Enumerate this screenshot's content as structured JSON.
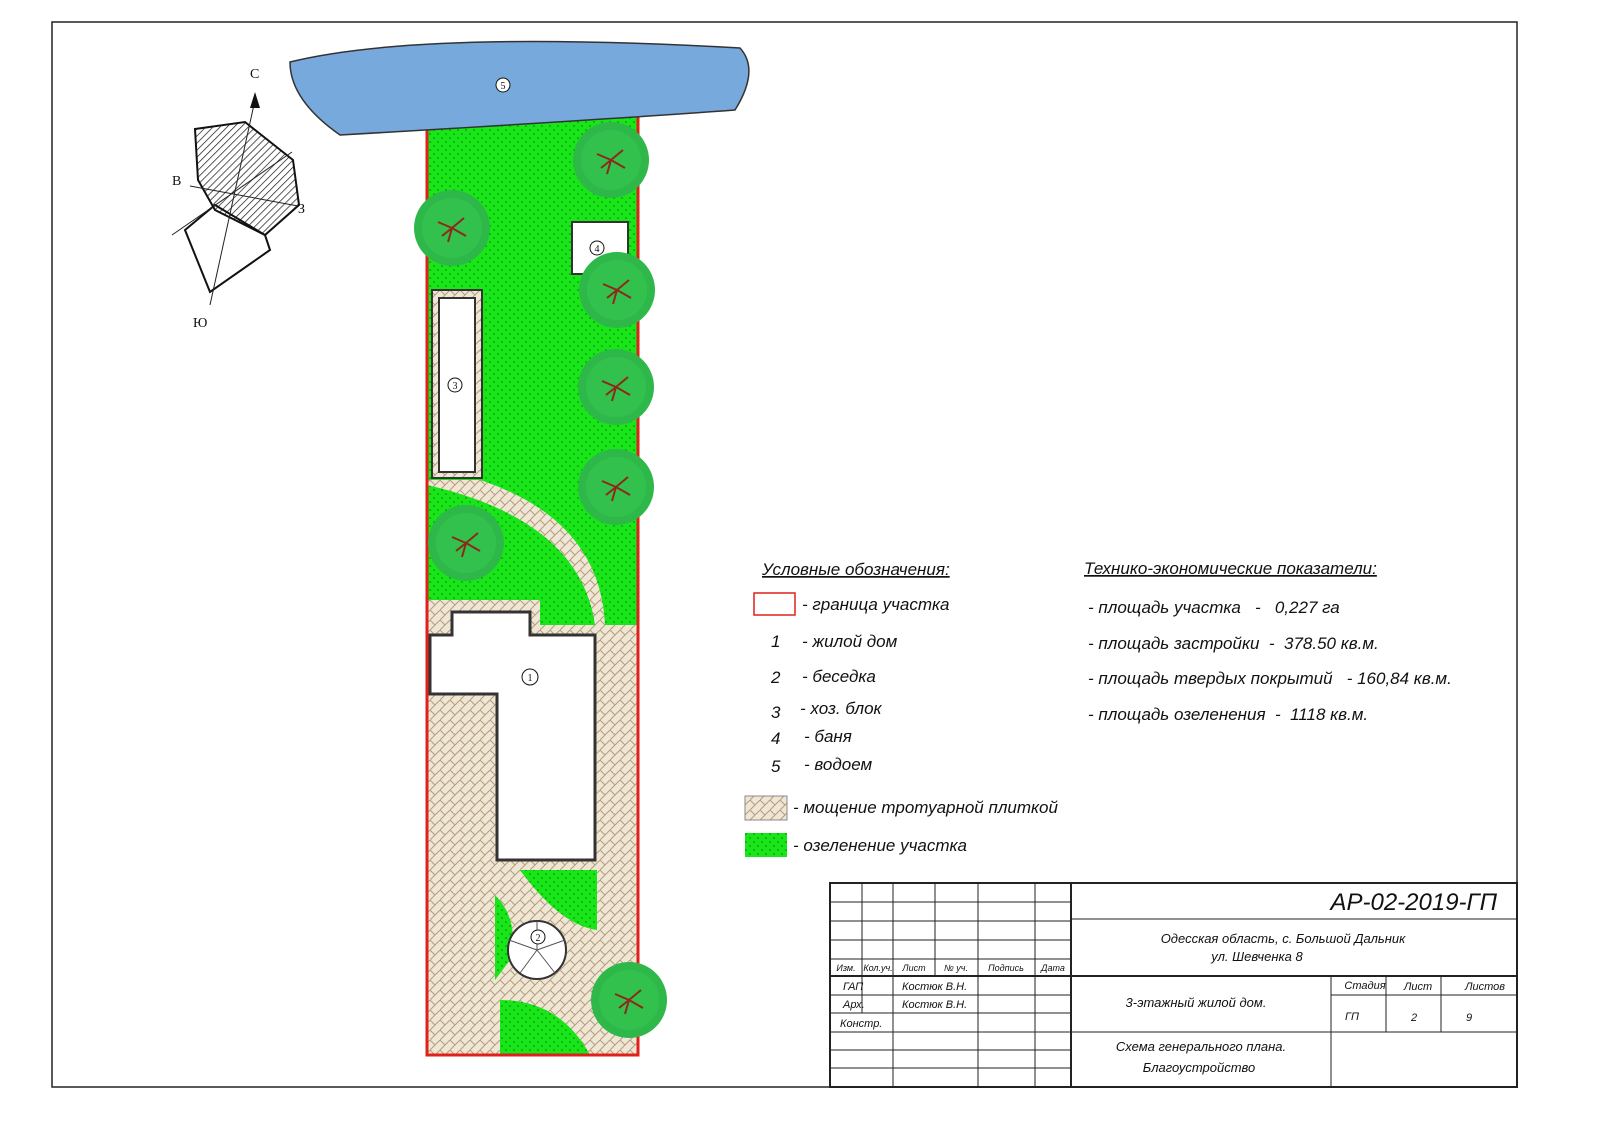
{
  "compass": {
    "north": "С",
    "east": "В",
    "west": "З",
    "south": "Ю"
  },
  "plan_labels": {
    "house": "1",
    "gazebo": "2",
    "utility": "3",
    "sauna": "4",
    "pond": "5"
  },
  "colors": {
    "boundary": "#e0201a",
    "lawn": "#19e619",
    "pond": "#78a9dc",
    "paving": "#e6d8c2",
    "tree": "#2fb84a"
  },
  "legend": {
    "title": "Условные обозначения:",
    "boundary": "- граница участка",
    "items": [
      {
        "num": "1",
        "label": "- жилой дом"
      },
      {
        "num": "2",
        "label": "- беседка"
      },
      {
        "num": "3",
        "label": "- хоз. блок"
      },
      {
        "num": "4",
        "label": "- баня"
      },
      {
        "num": "5",
        "label": "- водоем"
      }
    ],
    "paving": "- мощение тротуарной плиткой",
    "greening": "- озеленение участка"
  },
  "indicators": {
    "title": "Технико-экономические показатели:",
    "items": [
      "- площадь участка   -   0,227 га",
      "- площадь застройки  -  378.50 кв.м.",
      "- площадь твердых покрытий   - 160,84 кв.м.",
      "- площадь озеленения  -  1118 кв.м."
    ]
  },
  "title_block": {
    "code": "АР-02-2019-ГП",
    "address_line1": "Одесская область, с. Большой Дальник",
    "address_line2": "ул. Шевченка  8",
    "headers": [
      "Изм.",
      "Кол.уч.",
      "Лист",
      "№ уч.",
      "Подпись",
      "Дата"
    ],
    "roles": [
      {
        "role": "ГАП",
        "name": "Костюк  В.Н."
      },
      {
        "role": "Арх.",
        "name": "Костюк  В.Н."
      },
      {
        "role": "Констр.",
        "name": ""
      }
    ],
    "object": "3-этажный жилой дом.",
    "sheet_title_line1": "Схема генерального плана.",
    "sheet_title_line2": "Благоустройство",
    "stage_header": "Стадия",
    "sheet_header": "Лист",
    "sheets_header": "Листов",
    "stage": "ГП",
    "sheet": "2",
    "sheets": "9"
  }
}
